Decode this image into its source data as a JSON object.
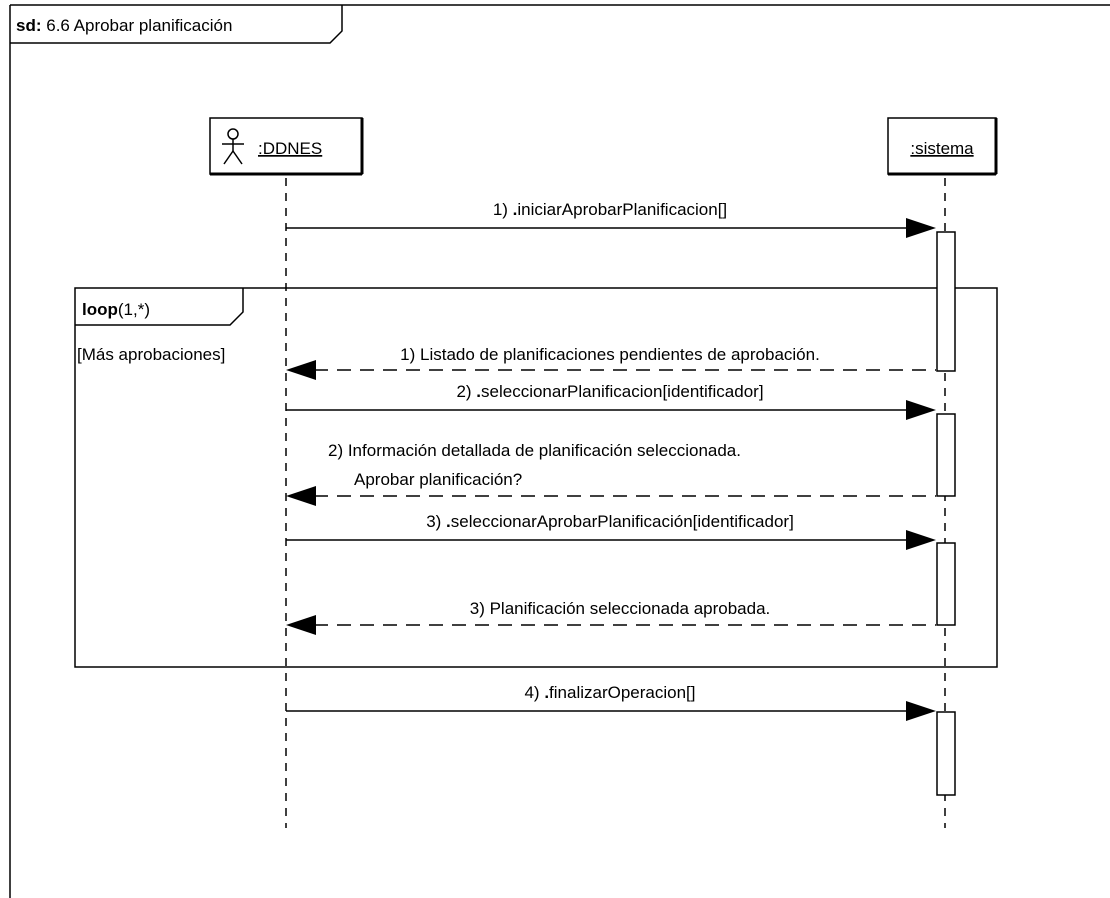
{
  "frame": {
    "keyword": "sd:",
    "title": "6.6 Aprobar planificación"
  },
  "lifelines": {
    "actor": {
      "name": ":DDNES",
      "icon": "actor-stick-figure-icon"
    },
    "system": {
      "name": ":sistema"
    }
  },
  "loop": {
    "keyword": "loop",
    "params": "(1,*)",
    "guard": "[Más aprobaciones]"
  },
  "messages": {
    "m1": {
      "num": "1) ",
      "dot": ".",
      "name": "iniciarAprobarPlanificacion[]"
    },
    "r1": {
      "text": "1) Listado de planificaciones pendientes de aprobación."
    },
    "m2": {
      "num": "2) ",
      "dot": ".",
      "name": "seleccionarPlanificacion[identificador]"
    },
    "r2": {
      "line1": "2) Información detallada de planificación seleccionada.",
      "line2": "Aprobar planificación?"
    },
    "m3": {
      "num": "3) ",
      "dot": ".",
      "name": "seleccionarAprobarPlanificación[identificador]"
    },
    "r3": {
      "text": "3) Planificación seleccionada aprobada."
    },
    "m4": {
      "num": "4) ",
      "dot": ".",
      "name": "finalizarOperacion[]"
    }
  }
}
